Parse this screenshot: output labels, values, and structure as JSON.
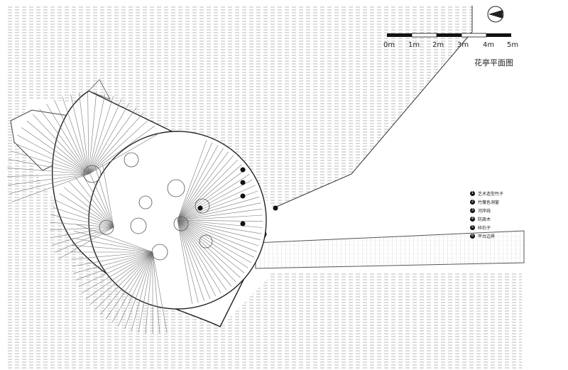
{
  "title": "花亭平面图",
  "scale_bar": {
    "labels": [
      "0m",
      "1m",
      "2m",
      "3m",
      "4m",
      "5m"
    ]
  },
  "legend": [
    {
      "num": "1",
      "text": "艺术造型竹子"
    },
    {
      "num": "2",
      "text": "竹篾色洞窗"
    },
    {
      "num": "3",
      "text": "河岸线"
    },
    {
      "num": "4",
      "text": "防腐木"
    },
    {
      "num": "5",
      "text": "碎石子"
    },
    {
      "num": "6",
      "text": "平台边界"
    }
  ],
  "callouts": [
    "1",
    "2",
    "3",
    "4",
    "5",
    "6"
  ],
  "icons": {
    "north": "north-arrow-icon"
  }
}
